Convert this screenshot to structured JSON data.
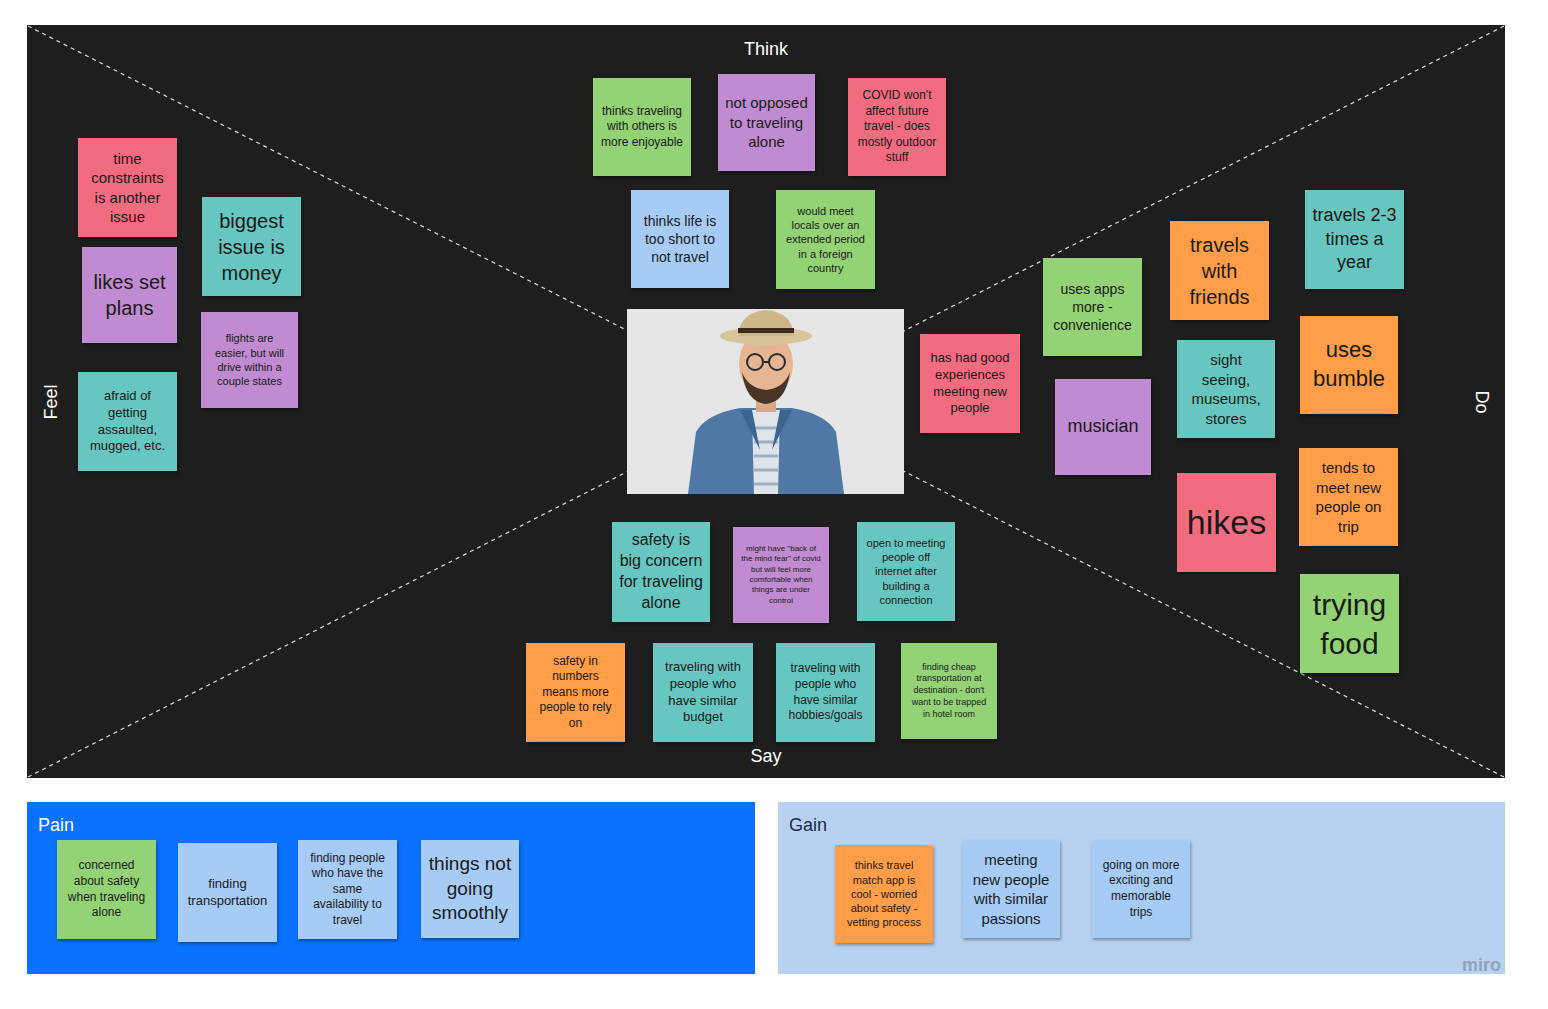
{
  "diagram": {
    "nodes": [
      {
        "text": [
          "Think",
          "Feel",
          "Do",
          "Say"
        ]
      },
      {
        "text": [
          "time constraints is another issue"
        ],
        "in": 0
      },
      {
        "text": [
          "biggest issue is money"
        ],
        "in": 0
      },
      {
        "text": [
          "likes set plans"
        ],
        "in": 0
      },
      {
        "text": [
          "flights are easier, but will drive within a couple states"
        ],
        "in": 0
      },
      {
        "text": [
          "afraid of getting assaulted, mugged, etc."
        ],
        "in": 0
      },
      {
        "text": [
          "thinks traveling with others is more enjoyable"
        ],
        "in": 0
      },
      {
        "text": [
          "not opposed to traveling alone"
        ],
        "in": 0
      },
      {
        "text": [
          "COVID won't affect future travel - does mostly outdoor stuff"
        ],
        "in": 0
      },
      {
        "text": [
          "thinks life is too short to not travel"
        ],
        "in": 0
      },
      {
        "text": [
          "would meet locals over an extended period in a foreign country"
        ],
        "in": 0
      },
      {
        "text": [
          "has had good experiences meeting new people"
        ],
        "in": 0
      },
      {
        "text": [
          "uses apps more - convenience"
        ],
        "in": 0
      },
      {
        "text": [
          "travels with friends"
        ],
        "in": 0
      },
      {
        "text": [
          "travels 2-3 times a year"
        ],
        "in": 0
      },
      {
        "text": [
          "musician"
        ],
        "in": 0
      },
      {
        "text": [
          "sight seeing, museums, stores"
        ],
        "in": 0
      },
      {
        "text": [
          "uses bumble"
        ],
        "in": 0
      },
      {
        "text": [
          "hikes"
        ],
        "in": 0
      },
      {
        "text": [
          "tends to meet new people on trip"
        ],
        "in": 0
      },
      {
        "text": [
          "trying food"
        ],
        "in": 0
      },
      {
        "text": [
          "safety is big concern for traveling alone"
        ],
        "in": 0
      },
      {
        "text": [
          "might have \"back of the mind fear\" of covid but will feel more comfortable when things are under control"
        ],
        "in": 0
      },
      {
        "text": [
          "open to meeting people off internet after building a connection"
        ],
        "in": 0
      },
      {
        "text": [
          "safety in numbers means more people to rely on"
        ],
        "in": 0
      },
      {
        "text": [
          "traveling with people who have similar budget"
        ],
        "in": 0
      },
      {
        "text": [
          "traveling with people who have similar hobbies/goals"
        ],
        "in": 0
      },
      {
        "text": [
          "finding cheap transportation at destination - don't want to be trapped in hotel room"
        ],
        "in": 0
      },
      {
        "text": [
          "Pain"
        ]
      },
      {
        "text": [
          "concerned about safety when traveling alone"
        ],
        "in": 28
      },
      {
        "text": [
          "finding transportation"
        ],
        "in": 28
      },
      {
        "text": [
          "finding people who have the same availability to travel"
        ],
        "in": 28
      },
      {
        "text": [
          "things not going smoothly"
        ],
        "in": 28
      },
      {
        "text": [
          "Gain"
        ]
      },
      {
        "text": [
          "thinks travel match app is cool - worried about safety - vetting process"
        ],
        "in": 33
      },
      {
        "text": [
          "meeting new people with similar passions"
        ],
        "in": 33
      },
      {
        "text": [
          "going on more exciting and memorable trips"
        ],
        "in": 33
      }
    ],
    "labels": [
      "miro"
    ]
  }
}
